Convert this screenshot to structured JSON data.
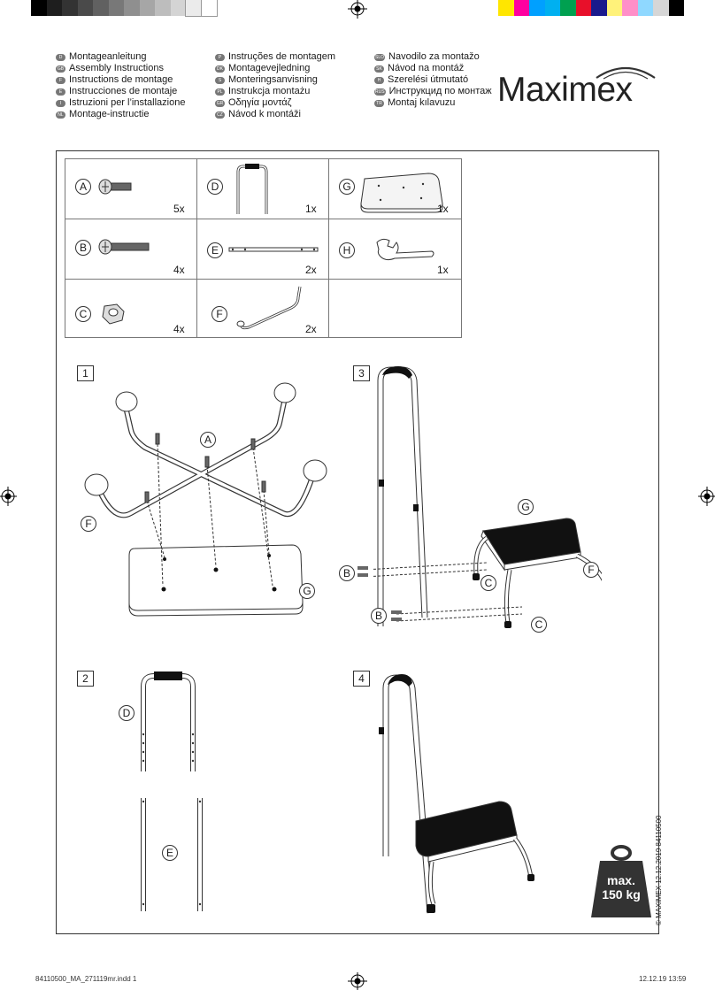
{
  "color_bars": {
    "left": [
      "#000000",
      "#1e1e1e",
      "#333333",
      "#4a4a4a",
      "#616161",
      "#787878",
      "#8f8f8f",
      "#a6a6a6",
      "#bdbdbd",
      "#d4d4d4",
      "#ebebeb",
      "#ffffff"
    ],
    "right": [
      "#ffe600",
      "#ff00a0",
      "#00a0ff",
      "#00b0f0",
      "#00a050",
      "#e8102a",
      "#1a1a8c",
      "#fff27a",
      "#ff8fc8",
      "#8fd8ff",
      "#d6d6d6",
      "#000000"
    ]
  },
  "languages": {
    "col1": [
      {
        "code": "D",
        "label": "Montageanleitung"
      },
      {
        "code": "GB",
        "label": "Assembly Instructions"
      },
      {
        "code": "F",
        "label": "Instructions de montage"
      },
      {
        "code": "E",
        "label": "Instrucciones de montaje"
      },
      {
        "code": "I",
        "label": "Istruzioni per l’installazione"
      },
      {
        "code": "NL",
        "label": "Montage-instructie"
      }
    ],
    "col2": [
      {
        "code": "P",
        "label": "Instruções de montagem"
      },
      {
        "code": "DK",
        "label": "Montagevejledning"
      },
      {
        "code": "S",
        "label": "Monteringsanvisning"
      },
      {
        "code": "PL",
        "label": "Instrukcja montażu"
      },
      {
        "code": "GR",
        "label": "Οδηγία μοντάζ"
      },
      {
        "code": "CZ",
        "label": "Návod k montáži"
      }
    ],
    "col3": [
      {
        "code": "SLO",
        "label": "Navodilo za montažo"
      },
      {
        "code": "SK",
        "label": "Návod na montáž"
      },
      {
        "code": "H",
        "label": "Szerelési útmutató"
      },
      {
        "code": "RUS",
        "label": "Инструкцид по монтаж"
      },
      {
        "code": "TR",
        "label": "Montaj kılavuzu"
      }
    ]
  },
  "brand": "Maximex",
  "parts": [
    {
      "letter": "A",
      "qty": "5x"
    },
    {
      "letter": "D",
      "qty": "1x"
    },
    {
      "letter": "G",
      "qty": "1x"
    },
    {
      "letter": "B",
      "qty": "4x"
    },
    {
      "letter": "E",
      "qty": "2x"
    },
    {
      "letter": "H",
      "qty": "1x"
    },
    {
      "letter": "C",
      "qty": "4x"
    },
    {
      "letter": "F",
      "qty": "2x"
    }
  ],
  "steps": {
    "s1": {
      "num": "1",
      "labels": [
        "A",
        "F",
        "G"
      ]
    },
    "s2": {
      "num": "2",
      "labels": [
        "D",
        "E"
      ]
    },
    "s3": {
      "num": "3",
      "labels": [
        "G",
        "F",
        "B",
        "C",
        "B",
        "C"
      ]
    },
    "s4": {
      "num": "4"
    }
  },
  "weight": {
    "line1": "max.",
    "line2": "150 kg"
  },
  "copyright": "© MAXIMEX 12.12.2019 84110500",
  "footer": {
    "left": "84110500_MA_271119mr.indd   1",
    "right": "12.12.19   13:59"
  }
}
